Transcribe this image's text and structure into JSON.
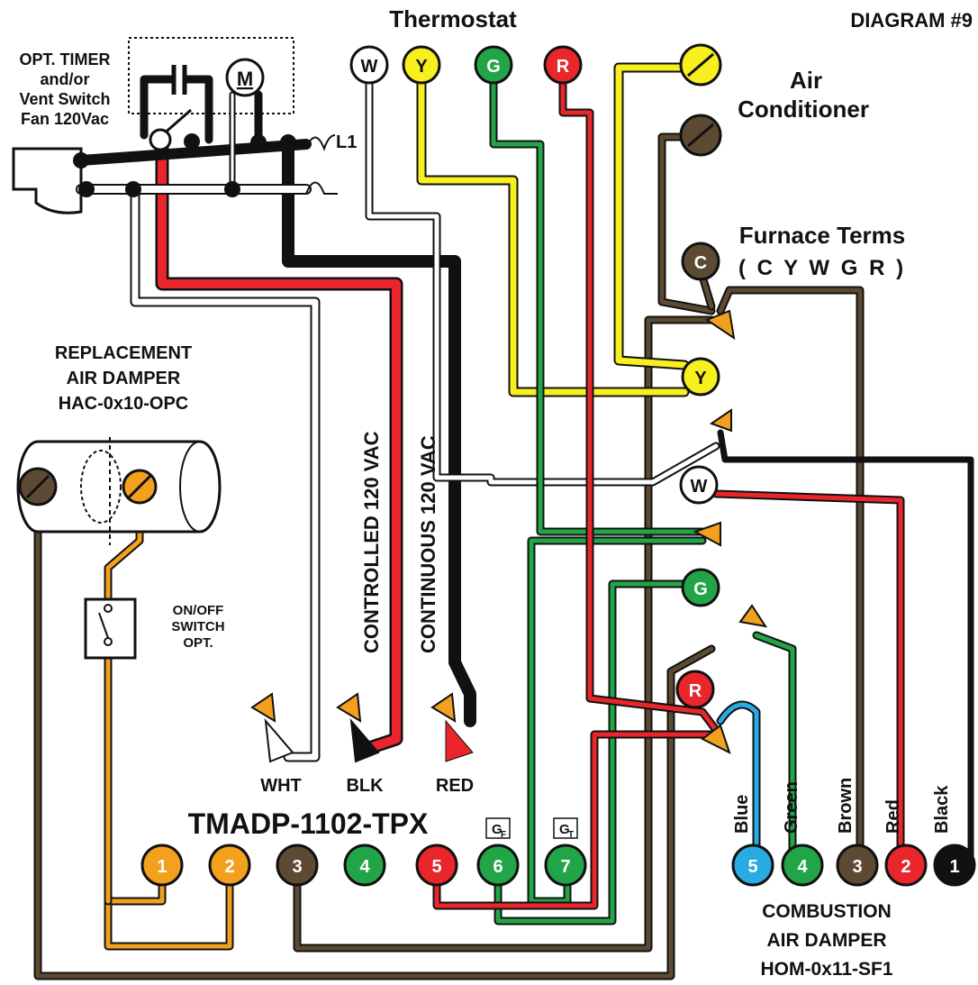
{
  "header": {
    "thermostat_title": "Thermostat",
    "diagram_label": "DIAGRAM #9"
  },
  "timer": {
    "line1": "OPT. TIMER",
    "line2": "and/or",
    "line3": "Vent Switch",
    "line4": "Fan 120Vac",
    "motor": "M",
    "l1": "L1"
  },
  "thermostat_terminals": [
    "W",
    "Y",
    "G",
    "R"
  ],
  "air_conditioner": {
    "line1": "Air",
    "line2": "Conditioner"
  },
  "furnace": {
    "line1": "Furnace Terms",
    "line2": "( C Y W G R )",
    "c": "C",
    "y": "Y",
    "w": "W",
    "g": "G",
    "r": "R"
  },
  "replacement_damper": {
    "line1": "REPLACEMENT",
    "line2": "AIR DAMPER",
    "line3": "HAC-0x10-OPC"
  },
  "switch": {
    "line1": "ON/OFF",
    "line2": "SWITCH",
    "line3": "OPT."
  },
  "vac_labels": {
    "controlled": "CONTROLLED 120 VAC",
    "continuous": "CONTINUOUS 120 VAC"
  },
  "power_leads": [
    "WHT",
    "BLK",
    "RED"
  ],
  "control_board": {
    "model": "TMADP-1102-TPX",
    "gf": "G",
    "gf_sub": "F",
    "gt": "G",
    "gt_sub": "T",
    "terminals": [
      "1",
      "2",
      "3",
      "4",
      "5",
      "6",
      "7"
    ]
  },
  "combustion_damper": {
    "wires": [
      "Blue",
      "Green",
      "Brown",
      "Red",
      "Black"
    ],
    "terminals": [
      "5",
      "4",
      "3",
      "2",
      "1"
    ],
    "line1": "COMBUSTION",
    "line2": "AIR DAMPER",
    "line3": "HOM-0x11-SF1"
  },
  "colors": {
    "black": "#111111",
    "red": "#e8262b",
    "white": "#ffffff",
    "yellow": "#f7ef1e",
    "green": "#22a548",
    "brown": "#5c4a33",
    "orange": "#f2a01e",
    "blue": "#29abe2"
  }
}
